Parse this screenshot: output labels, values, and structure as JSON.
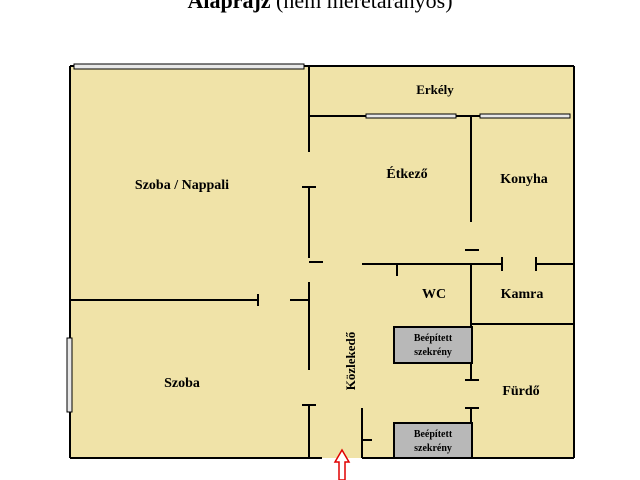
{
  "title": {
    "main": "Alaprajz",
    "note": "(nem méretarányos)"
  },
  "colors": {
    "floor": "#f0e3a8",
    "wall": "#000000",
    "window": "#e8e8e8",
    "wardrobe": "#b8b8b8",
    "arrow": "#e00000"
  },
  "rooms": {
    "erkely": "Erkély",
    "szoba_nappali": "Szoba / Nappali",
    "etkezo": "Étkező",
    "konyha": "Konyha",
    "wc": "WC",
    "kamra": "Kamra",
    "szoba": "Szoba",
    "kozlekedo": "Közlekedő",
    "furdo": "Fürdő"
  },
  "wardrobes": [
    {
      "line1": "Beépített",
      "line2": "szekrény"
    },
    {
      "line1": "Beépített",
      "line2": "szekrény"
    }
  ],
  "entrance": {
    "icon": "arrow-up-icon"
  }
}
